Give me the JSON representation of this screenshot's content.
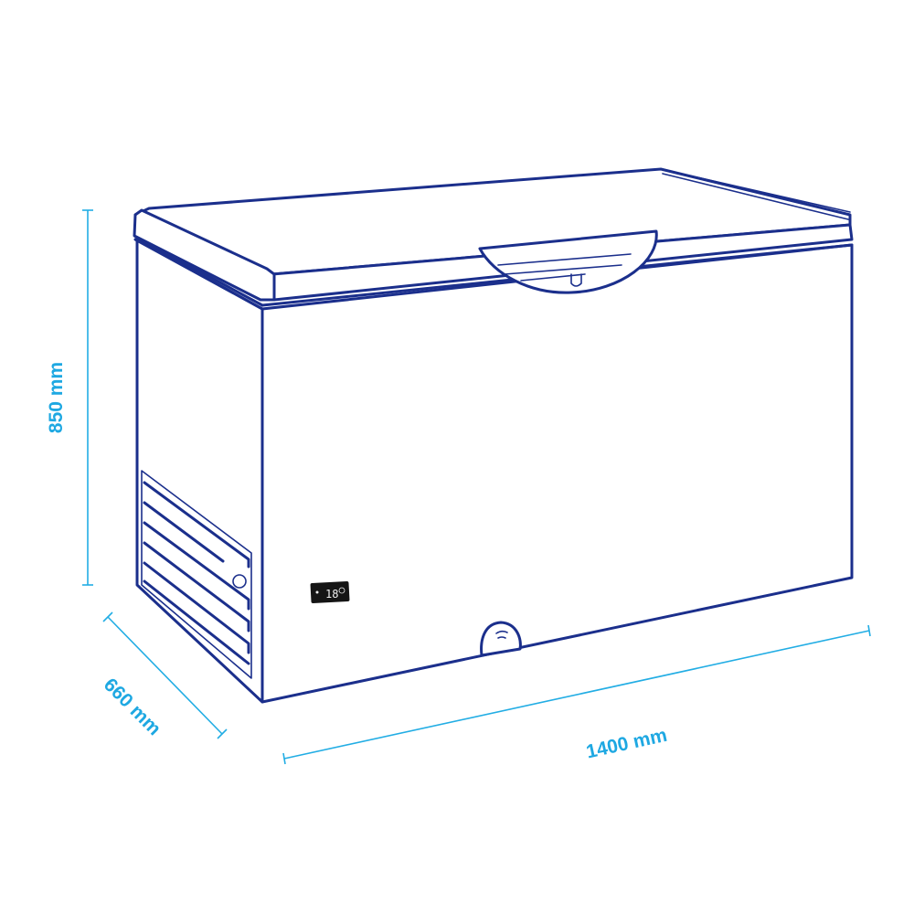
{
  "dimensions": {
    "height": "850 mm",
    "depth": "660 mm",
    "width": "1400 mm"
  },
  "display": {
    "temperature": "18"
  },
  "colors": {
    "outline": "#1b2f8c",
    "dimension": "#22ade4"
  }
}
